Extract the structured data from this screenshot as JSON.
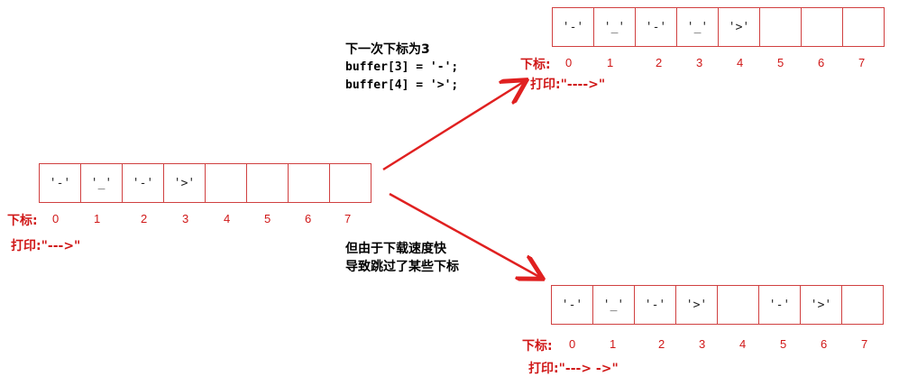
{
  "left": {
    "cells": [
      "'-'",
      "'_'",
      "'-'",
      "'>'",
      "",
      "",
      "",
      ""
    ],
    "index_label": "下标:",
    "indices": [
      "0",
      "1",
      "2",
      "3",
      "4",
      "5",
      "6",
      "7"
    ],
    "print_line": "打印:\"--->\""
  },
  "top": {
    "cells": [
      "'-'",
      "'_'",
      "'-'",
      "'_'",
      "'>'",
      "",
      "",
      ""
    ],
    "index_label": "下标:",
    "indices": [
      "0",
      "1",
      "2",
      "3",
      "4",
      "5",
      "6",
      "7"
    ],
    "print_line": "打印:\"---->\""
  },
  "bottom": {
    "cells": [
      "'-'",
      "'_'",
      "'-'",
      "'>'",
      "",
      "'-'",
      "'>'",
      ""
    ],
    "index_label": "下标:",
    "indices": [
      "0",
      "1",
      "2",
      "3",
      "4",
      "5",
      "6",
      "7"
    ],
    "print_line": "打印:\"---> ->\""
  },
  "note_top": {
    "line1": "下一次下标为3",
    "line2": "buffer[3] = '-';",
    "line3": "buffer[4] = '>';"
  },
  "note_bottom": {
    "line1": "但由于下载速度快",
    "line2": "导致跳过了某些下标"
  },
  "colors": {
    "accent": "#d01818",
    "border": "#d04040"
  }
}
